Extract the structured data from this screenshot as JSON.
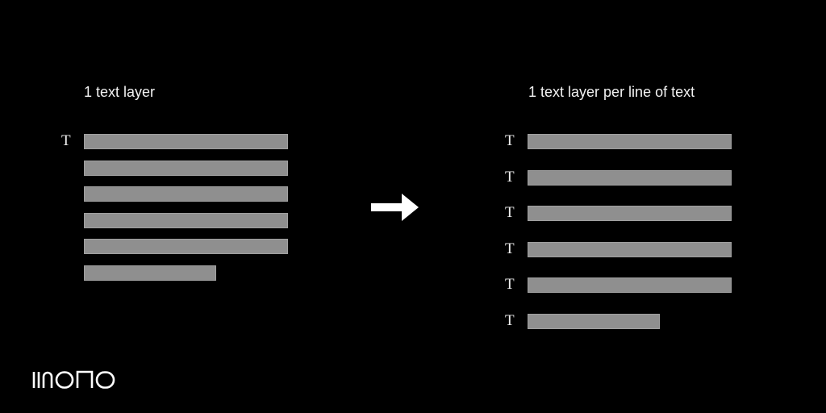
{
  "left": {
    "title": "1 text layer",
    "icon_label": "T",
    "lines": [
      1,
      1,
      1,
      1,
      1,
      0.65
    ]
  },
  "right": {
    "title": "1 text layer per line of text",
    "icon_label": "T",
    "lines": [
      1,
      1,
      1,
      1,
      1,
      0.65
    ]
  },
  "arrow": {
    "icon": "arrow-right-icon",
    "color": "#ffffff"
  },
  "logo": {
    "text": "MONO"
  },
  "colors": {
    "background": "#000000",
    "bar": "#8f8f8f",
    "text": "#f2f2f2"
  }
}
